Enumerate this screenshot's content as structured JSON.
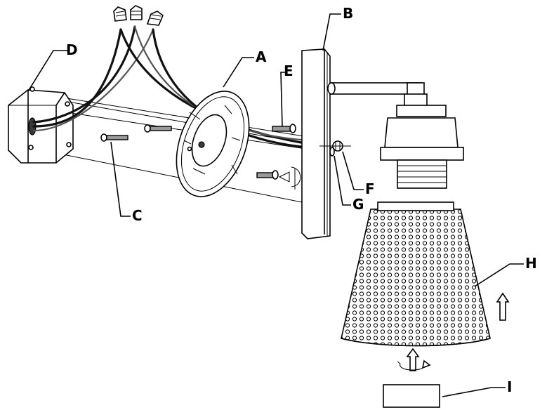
{
  "diagram": {
    "labels": {
      "A": "A",
      "B": "B",
      "C": "C",
      "D": "D",
      "E": "E",
      "F": "F",
      "G": "G",
      "H": "H",
      "I": "I"
    }
  }
}
